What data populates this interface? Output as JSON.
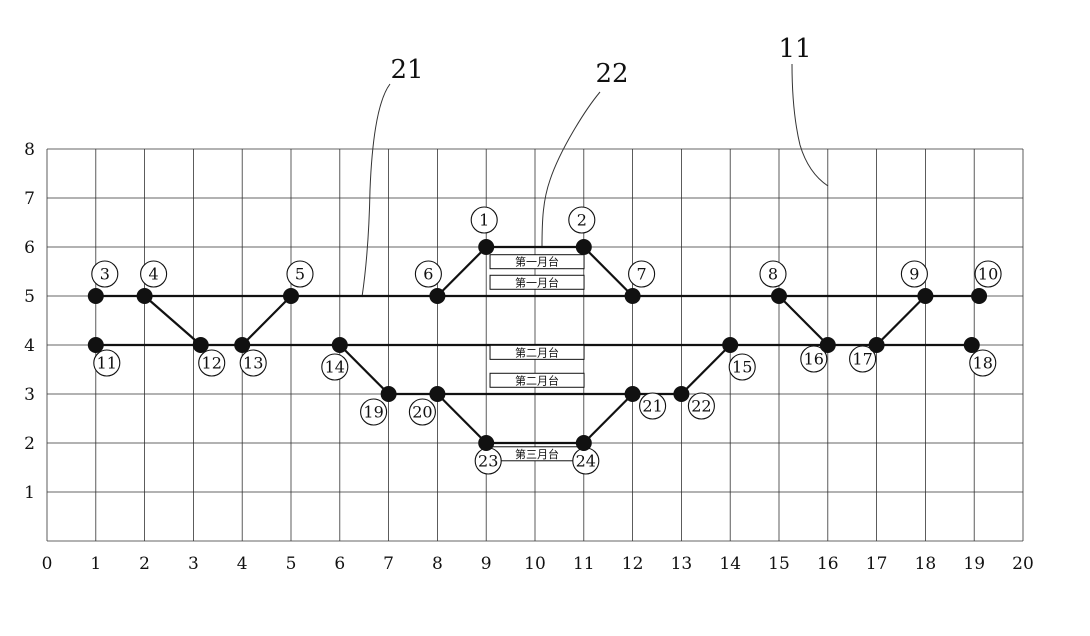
{
  "axes": {
    "x_ticks": [
      "0",
      "1",
      "2",
      "3",
      "4",
      "5",
      "6",
      "7",
      "8",
      "9",
      "10",
      "11",
      "12",
      "13",
      "14",
      "15",
      "16",
      "17",
      "18",
      "19",
      "20"
    ],
    "y_ticks": [
      "1",
      "2",
      "3",
      "4",
      "5",
      "6",
      "7",
      "8"
    ]
  },
  "reference_labels": [
    {
      "id": "ref-21",
      "text": "21"
    },
    {
      "id": "ref-22",
      "text": "22"
    },
    {
      "id": "ref-11",
      "text": "11"
    }
  ],
  "nodes": [
    {
      "id": "1",
      "x": 9,
      "y": 6
    },
    {
      "id": "2",
      "x": 11,
      "y": 6
    },
    {
      "id": "3",
      "x": 1,
      "y": 5
    },
    {
      "id": "4",
      "x": 2,
      "y": 5
    },
    {
      "id": "5",
      "x": 5,
      "y": 5
    },
    {
      "id": "6",
      "x": 8,
      "y": 5
    },
    {
      "id": "7",
      "x": 12,
      "y": 5
    },
    {
      "id": "8",
      "x": 15,
      "y": 5
    },
    {
      "id": "9",
      "x": 18,
      "y": 5
    },
    {
      "id": "10",
      "x": 19.1,
      "y": 5
    },
    {
      "id": "11",
      "x": 1,
      "y": 4
    },
    {
      "id": "12",
      "x": 3.15,
      "y": 4
    },
    {
      "id": "13",
      "x": 4,
      "y": 4
    },
    {
      "id": "14",
      "x": 6,
      "y": 4
    },
    {
      "id": "15",
      "x": 14,
      "y": 4
    },
    {
      "id": "16",
      "x": 16,
      "y": 4
    },
    {
      "id": "17",
      "x": 17,
      "y": 4
    },
    {
      "id": "18",
      "x": 18.95,
      "y": 4
    },
    {
      "id": "19",
      "x": 7,
      "y": 3
    },
    {
      "id": "20",
      "x": 8,
      "y": 3
    },
    {
      "id": "21",
      "x": 12,
      "y": 3
    },
    {
      "id": "22",
      "x": 13,
      "y": 3
    },
    {
      "id": "23",
      "x": 9,
      "y": 2
    },
    {
      "id": "24",
      "x": 11,
      "y": 2
    }
  ],
  "edges": [
    [
      "3",
      "4"
    ],
    [
      "4",
      "5"
    ],
    [
      "5",
      "6"
    ],
    [
      "6",
      "7"
    ],
    [
      "7",
      "8"
    ],
    [
      "8",
      "9"
    ],
    [
      "9",
      "10"
    ],
    [
      "6",
      "1"
    ],
    [
      "1",
      "2"
    ],
    [
      "2",
      "7"
    ],
    [
      "4",
      "12"
    ],
    [
      "13",
      "5"
    ],
    [
      "8",
      "16"
    ],
    [
      "17",
      "9"
    ],
    [
      "11",
      "12"
    ],
    [
      "12",
      "13"
    ],
    [
      "13",
      "14"
    ],
    [
      "14",
      "15"
    ],
    [
      "15",
      "16"
    ],
    [
      "16",
      "17"
    ],
    [
      "17",
      "18"
    ],
    [
      "14",
      "19"
    ],
    [
      "19",
      "20"
    ],
    [
      "20",
      "21"
    ],
    [
      "21",
      "22"
    ],
    [
      "22",
      "15"
    ],
    [
      "20",
      "23"
    ],
    [
      "23",
      "24"
    ],
    [
      "24",
      "21"
    ]
  ],
  "platforms": [
    {
      "id": "platform-1a",
      "text": "第一月台",
      "x": 9.55,
      "y": 5.7
    },
    {
      "id": "platform-1b",
      "text": "第一月台",
      "x": 9.55,
      "y": 5.28
    },
    {
      "id": "platform-2a",
      "text": "第二月台",
      "x": 9.55,
      "y": 3.85
    },
    {
      "id": "platform-2b",
      "text": "第二月台",
      "x": 9.55,
      "y": 3.28
    },
    {
      "id": "platform-3",
      "text": "第三月台",
      "x": 9.55,
      "y": 1.78
    }
  ]
}
